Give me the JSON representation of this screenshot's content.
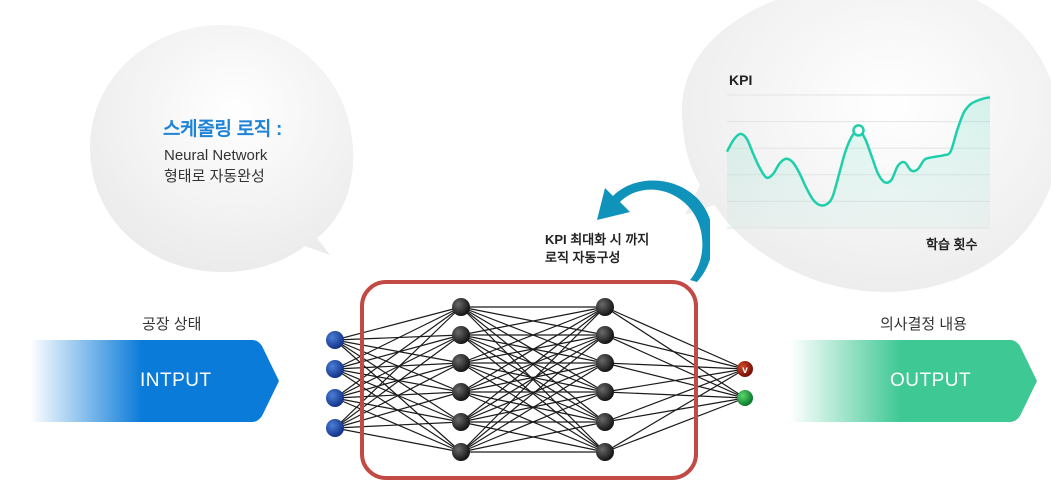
{
  "scheduling_bubble": {
    "title": "스케줄링 로직 :",
    "description_line1": "Neural Network",
    "description_line2": "형태로 자동완성"
  },
  "loop_note": {
    "line1": "KPI 최대화 시 까지",
    "line2": "로직 자동구성",
    "icon": "circular-arrow-icon"
  },
  "input": {
    "caption": "공장 상태",
    "label": "INTPUT",
    "color": "#0a7bd8"
  },
  "output": {
    "caption": "의사결정 내용",
    "label": "OUTPUT",
    "color": "#3ec894"
  },
  "network": {
    "border_color": "#c0392b",
    "layers": [
      {
        "name": "input",
        "nodes": 4,
        "color": "#1e4fa8"
      },
      {
        "name": "hidden1",
        "nodes": 6,
        "color": "#2b2b2b"
      },
      {
        "name": "hidden2",
        "nodes": 6,
        "color": "#2b2b2b"
      },
      {
        "name": "output",
        "nodes": 2,
        "colors": [
          "#a01a0c",
          "#1c9a3a"
        ],
        "marks": [
          "v",
          ""
        ]
      }
    ]
  },
  "chart_data": {
    "type": "area",
    "title": "KPI",
    "xlabel": "학습 횟수",
    "ylabel": "KPI",
    "line_color": "#1ecfaa",
    "grid": true,
    "gridlines": 6,
    "x": [
      0,
      1,
      2,
      3,
      4,
      5,
      6,
      7,
      8,
      9,
      10,
      11,
      12,
      13,
      14,
      15,
      16,
      17,
      18,
      19,
      20,
      21,
      22,
      23,
      24,
      25,
      26,
      27,
      28,
      29,
      30,
      31,
      32,
      33,
      34,
      35,
      36,
      37,
      38,
      39,
      40
    ],
    "values": [
      0.52,
      0.62,
      0.67,
      0.63,
      0.5,
      0.38,
      0.3,
      0.33,
      0.42,
      0.46,
      0.43,
      0.34,
      0.22,
      0.12,
      0.07,
      0.07,
      0.13,
      0.32,
      0.52,
      0.65,
      0.7,
      0.63,
      0.48,
      0.33,
      0.26,
      0.28,
      0.4,
      0.43,
      0.36,
      0.37,
      0.45,
      0.47,
      0.48,
      0.49,
      0.52,
      0.7,
      0.85,
      0.92,
      0.95,
      0.97,
      0.98
    ],
    "highlight_index": 20,
    "ylim": [
      0,
      1
    ]
  }
}
